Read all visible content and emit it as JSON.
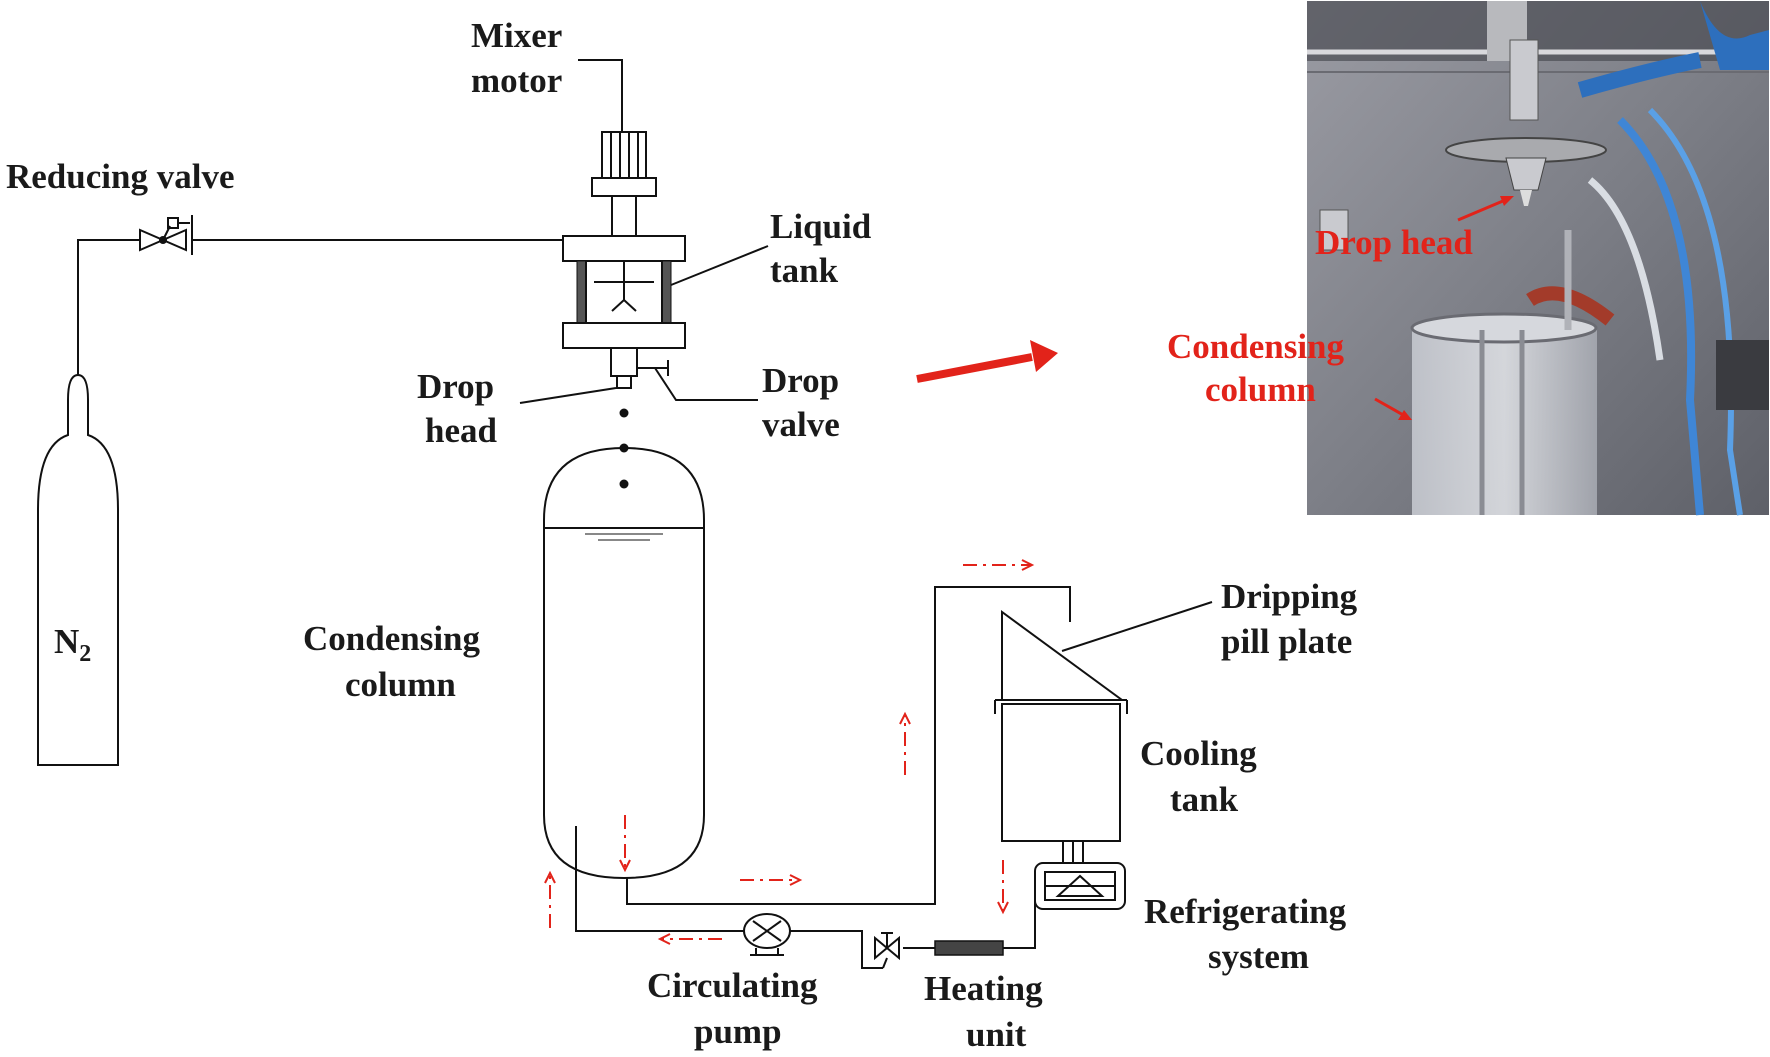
{
  "labels": {
    "mixer_motor": [
      "Mixer",
      "motor"
    ],
    "reducing_valve": "Reducing valve",
    "liquid_tank": [
      "Liquid",
      "tank"
    ],
    "drop_head": [
      "Drop",
      "head"
    ],
    "drop_valve": [
      "Drop",
      "valve"
    ],
    "condensing_column": [
      "Condensing",
      "column"
    ],
    "dripping_pill_plate": [
      "Dripping",
      "pill plate"
    ],
    "cooling_tank": [
      "Cooling",
      "tank"
    ],
    "refrigerating_system": [
      "Refrigerating",
      "system"
    ],
    "circulating_pump": [
      "Circulating",
      "pump"
    ],
    "heating_unit": [
      "Heating",
      "unit"
    ],
    "gas_cylinder": {
      "symbol": "N",
      "subscript": "2"
    }
  },
  "photo": {
    "drop_head_label": "Drop head",
    "condensing_column_label": [
      "Condensing",
      "column"
    ]
  },
  "colors": {
    "line": "#111111",
    "flow_arrow": "#e2231a",
    "annotation_red": "#e2231a",
    "photo_background": "#8a8c93"
  }
}
